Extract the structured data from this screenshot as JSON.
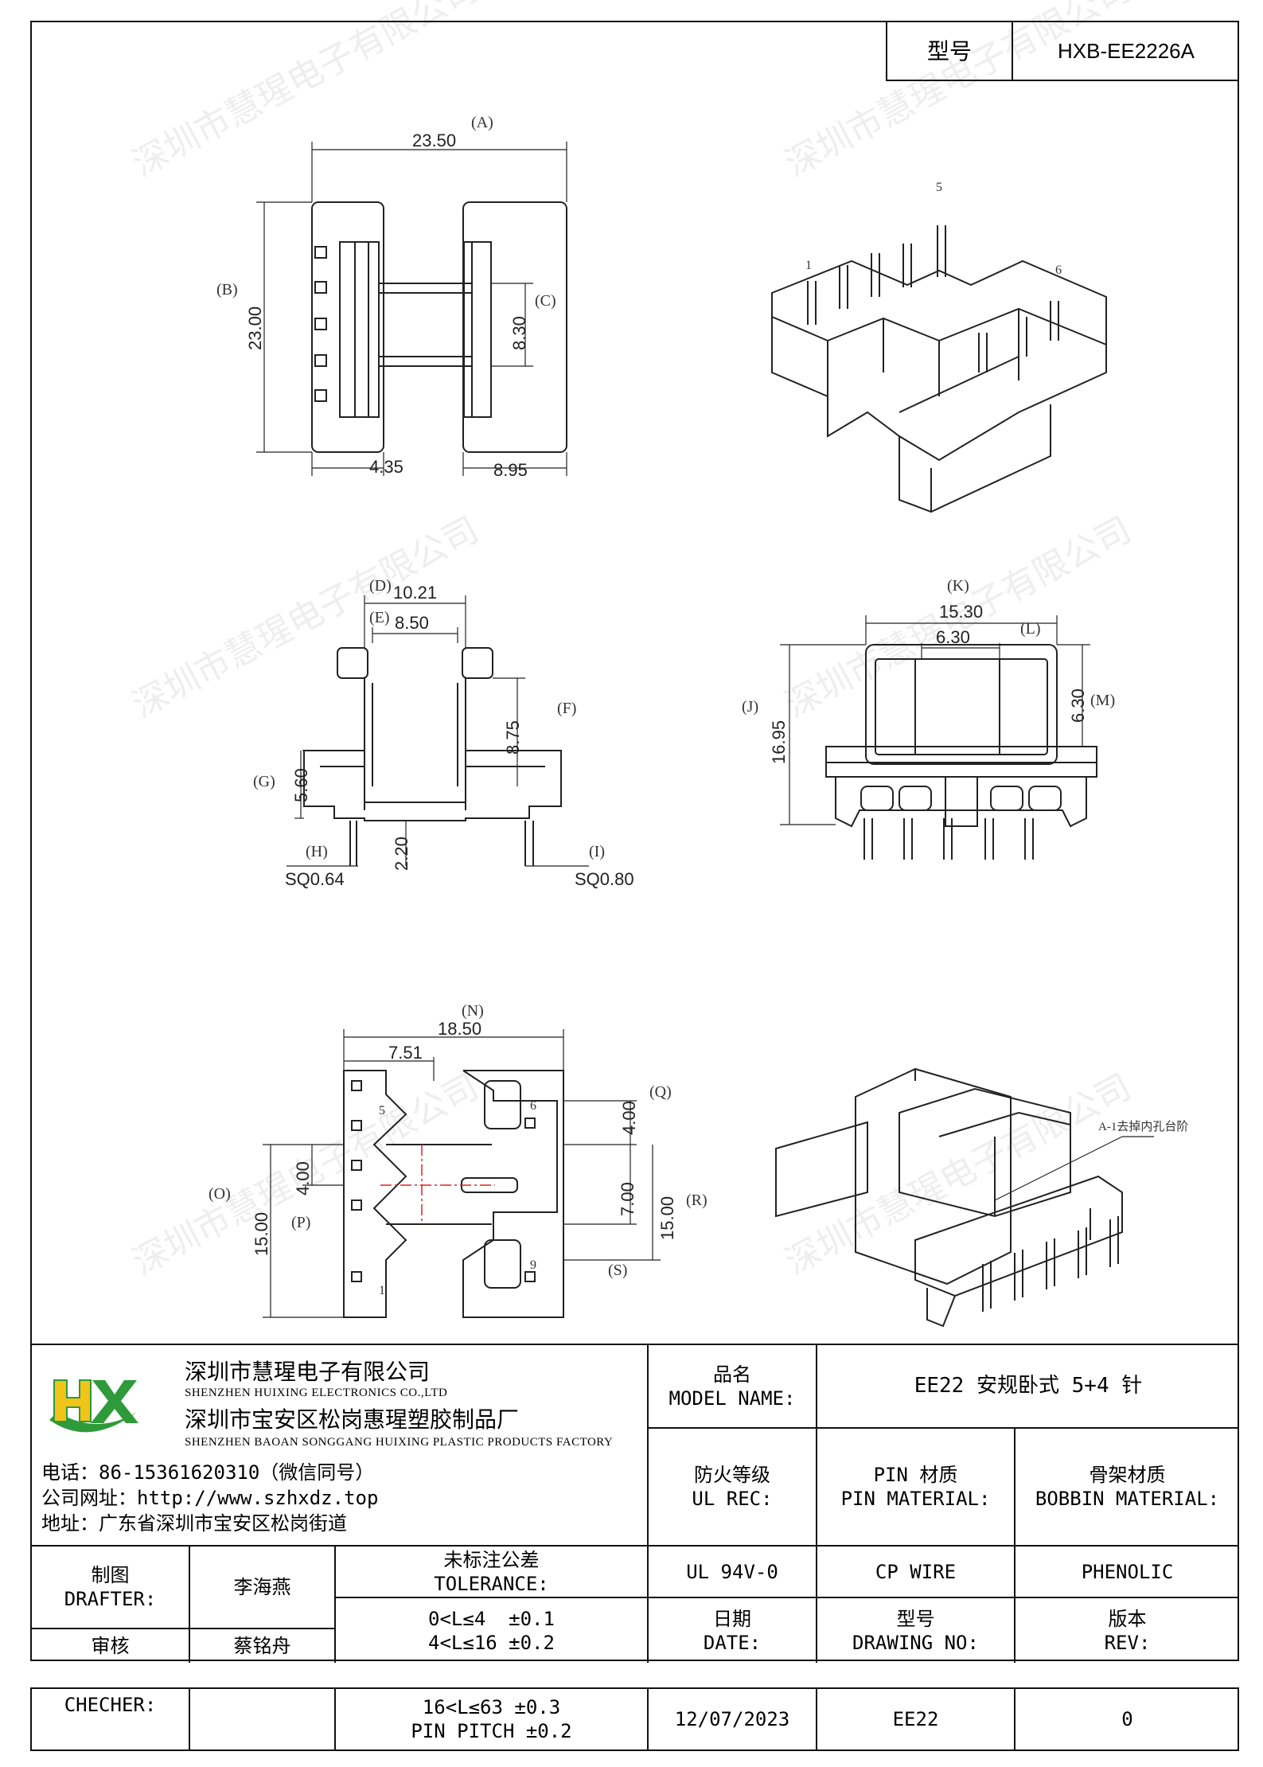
{
  "header": {
    "model_label": "型号",
    "model_value": "HXB-EE2226A"
  },
  "watermark": "深圳市慧瑆电子有限公司",
  "views": {
    "top": {
      "A_label": "(A)",
      "A_value": "23.50",
      "B_label": "(B)",
      "B_value": "23.00",
      "C_label": "(C)",
      "C_value": "8.30",
      "left_value": "4.35",
      "right_value": "8.95"
    },
    "iso_top": {
      "pin1": "1",
      "pin5": "5",
      "pin6": "6"
    },
    "side": {
      "D_label": "(D)",
      "D_value": "10.21",
      "E_label": "(E)",
      "E_value": "8.50",
      "F_label": "(F)",
      "F_value": "8.75",
      "G_label": "(G)",
      "G_value": "5.60",
      "H_label": "(H)",
      "H_value": "SQ0.64",
      "I_label": "(I)",
      "I_value": "SQ0.80",
      "pin_len": "2.20"
    },
    "front": {
      "K_label": "(K)",
      "K_value": "15.30",
      "L_label": "(L)",
      "L_value": "6.30",
      "J_label": "(J)",
      "J_value": "16.95",
      "M_label": "(M)",
      "M_value": "6.30"
    },
    "bottom": {
      "N_label": "(N)",
      "N_value": "18.50",
      "left_value": "7.51",
      "O_label": "(O)",
      "O_value": "15.00",
      "P_label": "(P)",
      "P_value": "4.00",
      "Q_label": "(Q)",
      "Q_value": "4.00",
      "R_label": "(R)",
      "R_value": "15.00",
      "S_label": "(S)",
      "S_value": "7.00",
      "pin5": "5",
      "pin1": "1",
      "pin6": "6",
      "pin9": "9"
    },
    "iso_bottom": {
      "note": "A-1去掉内孔台阶"
    }
  },
  "company": {
    "logo_text": "HX",
    "name_cn": "深圳市慧瑆电子有限公司",
    "name_en": "SHENZHEN HUIXING ELECTRONICS CO.,LTD",
    "factory_cn": "深圳市宝安区松岗惠瑆塑胶制品厂",
    "factory_en": "SHENZHEN BAOAN SONGGANG HUIXING PLASTIC PRODUCTS FACTORY",
    "phone": "电话：86-15361620310（微信同号）",
    "website": "公司网址：http://www.szhxdz.top",
    "address": "地址：广东省深圳市宝安区松岗街道"
  },
  "table": {
    "model_name_cn": "品名",
    "model_name_en": "MODEL NAME:",
    "model_name_value": "EE22 安规卧式 5+4 针",
    "ul_cn": "防火等级",
    "ul_en": "UL REC:",
    "pin_cn": "PIN 材质",
    "pin_en": "PIN MATERIAL:",
    "bobbin_cn": "骨架材质",
    "bobbin_en": "BOBBIN MATERIAL:",
    "drafter_cn": "制图",
    "drafter_en": "DRAFTER:",
    "drafter_name": "李海燕",
    "tol_cn": "未标注公差",
    "tol_en": "TOLERANCE:",
    "ul_value": "UL 94V-0",
    "pin_value": "CP WIRE",
    "bobbin_value": "PHENOLIC",
    "checker_cn": "审核",
    "checker_name": "蔡铭舟",
    "tol1": "0<L≤4  ±0.1",
    "tol2": "4<L≤16 ±0.2",
    "date_cn": "日期",
    "date_en": "DATE:",
    "drawing_cn": "型号",
    "drawing_en": "DRAWING NO:",
    "rev_cn": "版本",
    "rev_en": "REV:",
    "checker_en": "CHECHER:",
    "tol3": "16<L≤63 ±0.3",
    "tol4": "PIN PITCH ±0.2",
    "date_value": "12/07/2023",
    "drawing_value": "EE22",
    "rev_value": "0"
  }
}
